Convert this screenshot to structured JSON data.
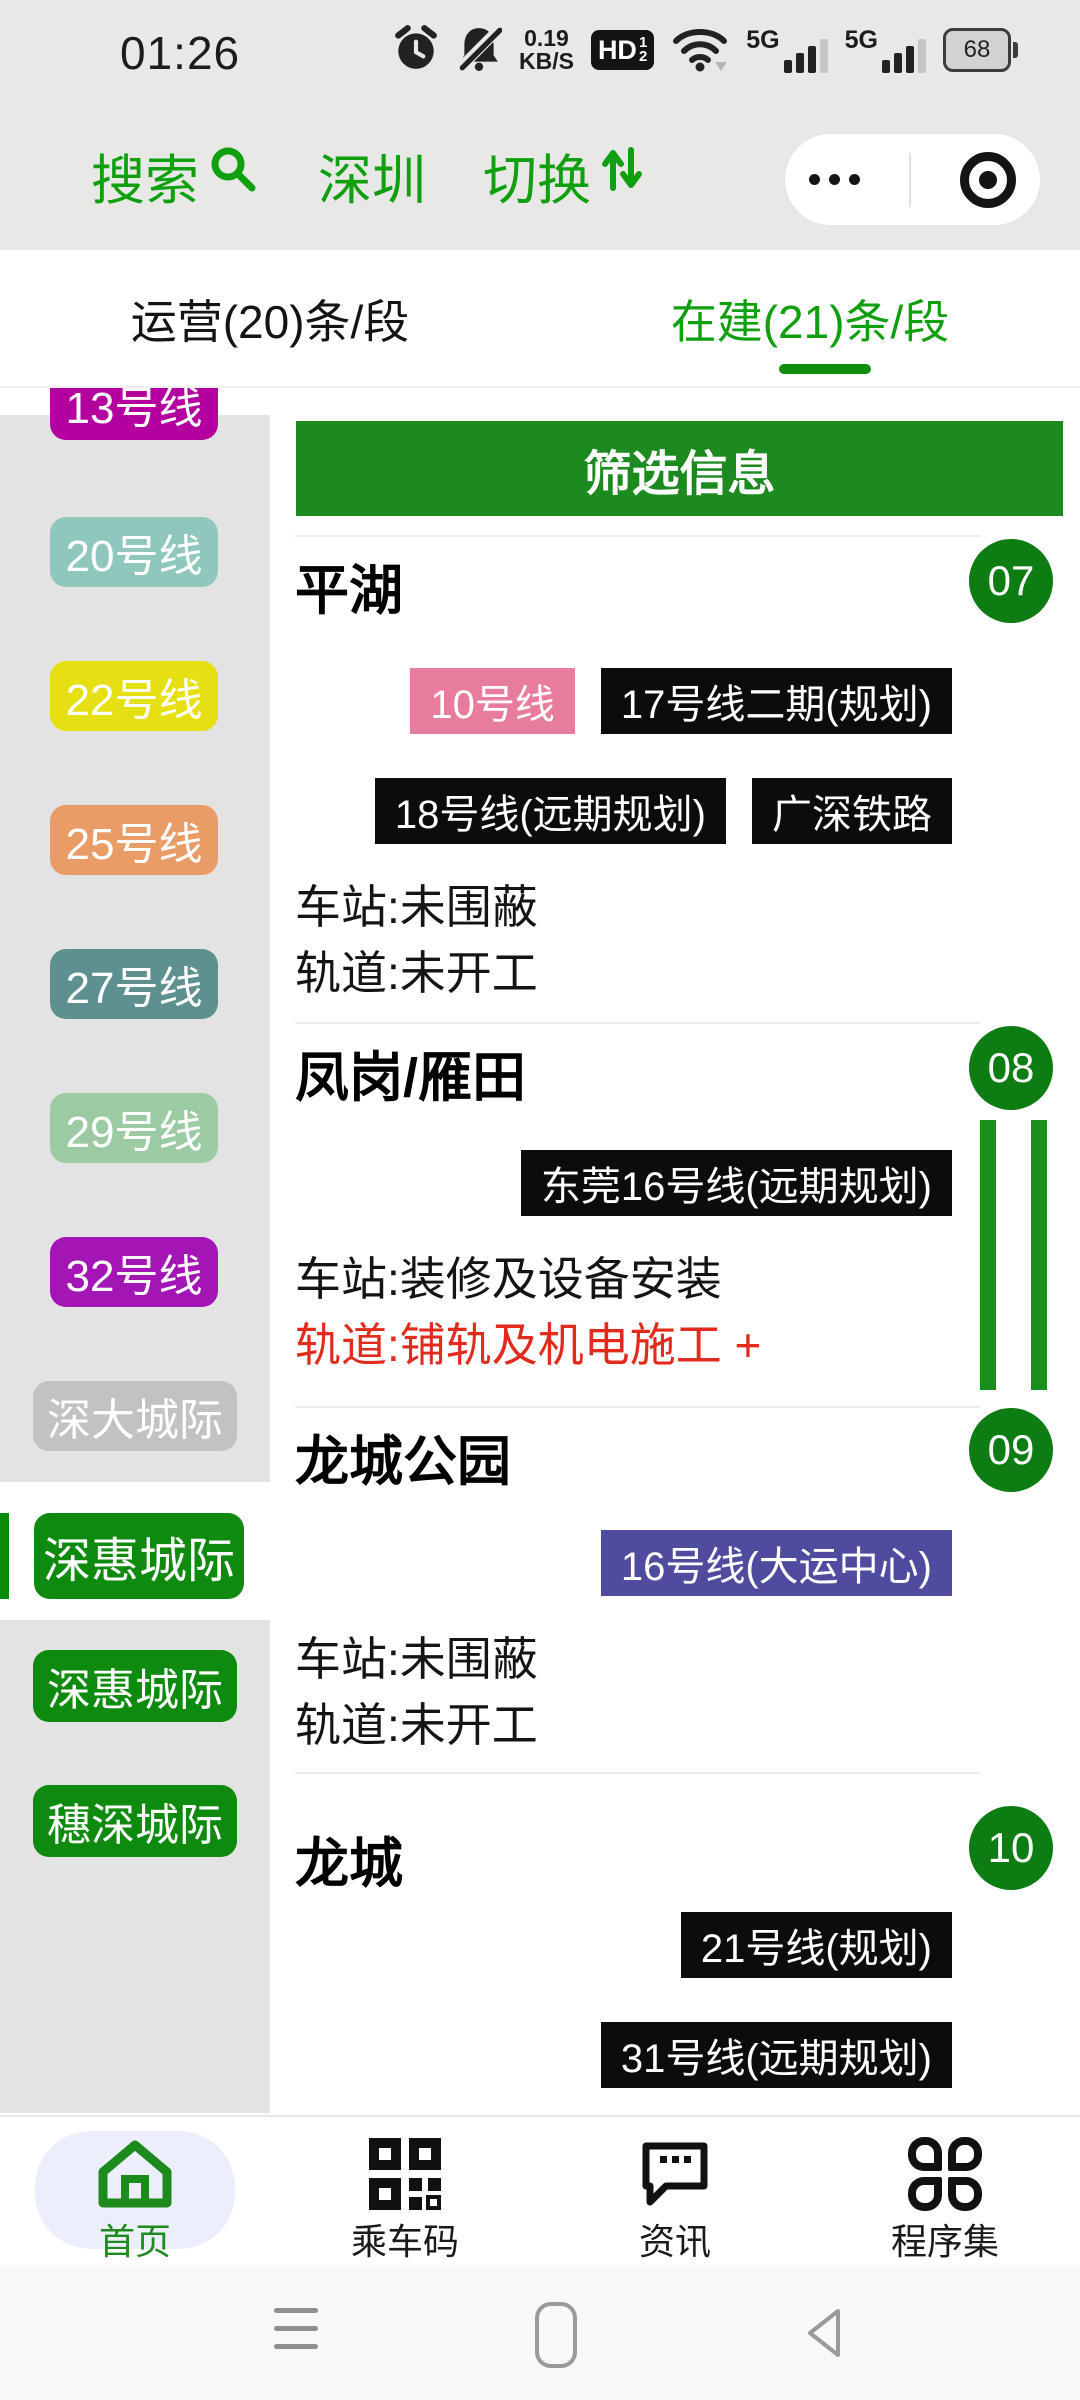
{
  "status_bar": {
    "time": "01:26",
    "net_speed_value": "0.19",
    "net_speed_unit": "KB/S",
    "hd_label": "HD",
    "hd_sup": "1",
    "hd_sub": "2",
    "signal_label_1": "5G",
    "signal_label_2": "5G",
    "battery_percent": "68"
  },
  "header": {
    "search_label": "搜索",
    "city": "深圳",
    "switch_label": "切换"
  },
  "tabs": [
    {
      "label": "运营(20)条/段",
      "active": false
    },
    {
      "label": "在建(21)条/段",
      "active": true
    }
  ],
  "filter_bar": {
    "label": "筛选信息"
  },
  "sidebar": {
    "items": [
      {
        "label": "13号线",
        "bg": "#b3009f",
        "clipped": true
      },
      {
        "label": "20号线",
        "bg": "#8fc7bc"
      },
      {
        "label": "22号线",
        "bg": "#e6e013"
      },
      {
        "label": "25号线",
        "bg": "#ea9c66"
      },
      {
        "label": "27号线",
        "bg": "#5e9090"
      },
      {
        "label": "29号线",
        "bg": "#9bcaa3"
      },
      {
        "label": "32号线",
        "bg": "#a315b5"
      },
      {
        "label": "深大城际",
        "bg": "#c2c2c2"
      },
      {
        "label": "深惠城际",
        "bg": "#0e8a0e",
        "selected": true
      },
      {
        "label": "深惠城际",
        "bg": "#0e8a0e"
      },
      {
        "label": "穗深城际",
        "bg": "#0e8a0e"
      }
    ]
  },
  "stations": [
    {
      "number": "07",
      "name": "平湖",
      "badge_rows": [
        [
          {
            "label": "10号线",
            "bg": "#e87c9c",
            "fg": "#ffffff"
          },
          {
            "label": "17号线二期(规划)",
            "bg": "#0c0c0c",
            "fg": "#ffffff"
          }
        ],
        [
          {
            "label": "18号线(远期规划)",
            "bg": "#0c0c0c",
            "fg": "#ffffff"
          },
          {
            "label": "广深铁路",
            "bg": "#0c0c0c",
            "fg": "#ffffff"
          }
        ]
      ],
      "lines": [
        {
          "text": "车站:未围蔽",
          "color": "#141414"
        },
        {
          "text": "轨道:未开工",
          "color": "#141414"
        }
      ]
    },
    {
      "number": "08",
      "name": "凤岗/雁田",
      "badge_rows": [
        [
          {
            "label": "东莞16号线(远期规划)",
            "bg": "#0c0c0c",
            "fg": "#ffffff"
          }
        ]
      ],
      "lines": [
        {
          "text": "车站:装修及设备安装",
          "color": "#141414"
        },
        {
          "text": "轨道:铺轨及机电施工 +",
          "color": "#e12b1d"
        }
      ],
      "progress_bars": true
    },
    {
      "number": "09",
      "name": "龙城公园",
      "badge_rows": [
        [
          {
            "label": "16号线(大运中心)",
            "bg": "#4f4b9e",
            "fg": "#ffffff"
          }
        ]
      ],
      "lines": [
        {
          "text": "车站:未围蔽",
          "color": "#141414"
        },
        {
          "text": "轨道:未开工",
          "color": "#141414"
        }
      ]
    },
    {
      "number": "10",
      "name": "龙城",
      "badge_rows": [
        [
          {
            "label": "21号线(规划)",
            "bg": "#0c0c0c",
            "fg": "#ffffff"
          }
        ],
        [
          {
            "label": "31号线(远期规划)",
            "bg": "#0c0c0c",
            "fg": "#ffffff"
          }
        ]
      ],
      "lines": []
    }
  ],
  "tab_bar": {
    "items": [
      {
        "label": "首页",
        "icon": "home",
        "active": true
      },
      {
        "label": "乘车码",
        "icon": "qr",
        "active": false
      },
      {
        "label": "资讯",
        "icon": "news",
        "active": false
      },
      {
        "label": "程序集",
        "icon": "apps",
        "active": false
      }
    ]
  },
  "colors": {
    "brand_green_text": "#0f9f0f",
    "filter_bar_green": "#1d8a1f",
    "station_circle_green": "#0d7c12",
    "selected_stripe_green": "#0c8a0c",
    "alert_red": "#e12b1d",
    "top_zone_gray": "#e8e8e6",
    "sidebar_gray": "#e3e3e3"
  }
}
